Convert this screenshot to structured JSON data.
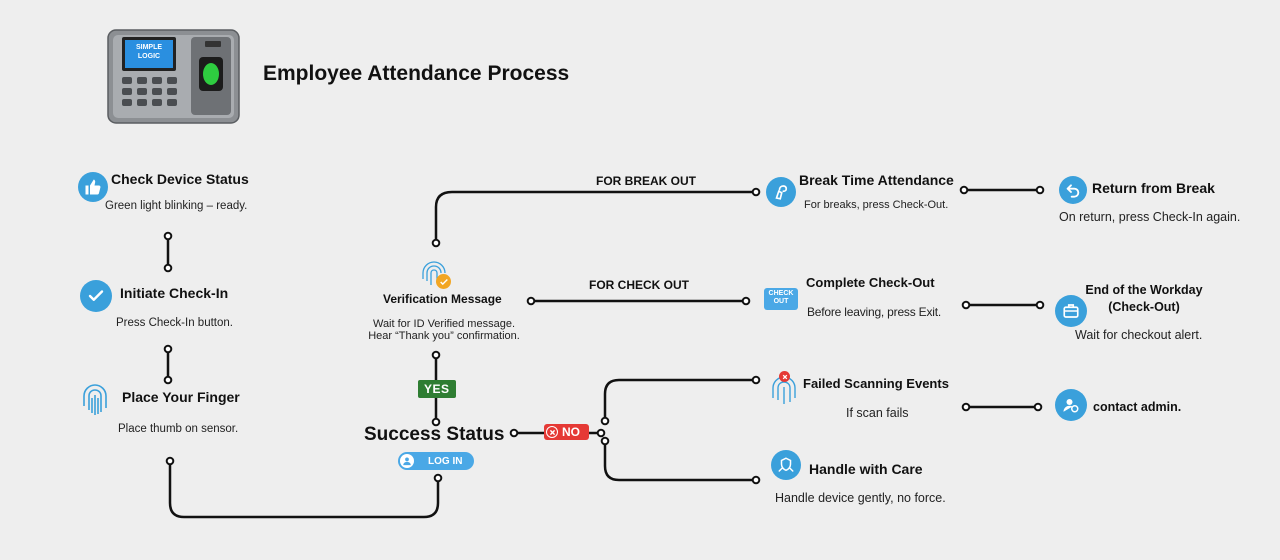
{
  "header": {
    "title": "Employee Attendance Process",
    "device_brand": "SIMPLE LOGIC"
  },
  "steps": {
    "check_device": {
      "title": "Check Device Status",
      "desc": "Green light blinking – ready."
    },
    "initiate": {
      "title": "Initiate Check-In",
      "desc": "Press Check-In button."
    },
    "finger": {
      "title": "Place Your Finger",
      "desc": "Place thumb on sensor."
    },
    "verification": {
      "title": "Verification Message",
      "desc_line1": "Wait for ID Verified message.",
      "desc_line2": "Hear “Thank you” confirmation."
    },
    "success": {
      "title": "Success Status",
      "login_label": "LOG IN"
    },
    "break_time": {
      "title": "Break Time Attendance",
      "desc": "For breaks, press Check-Out."
    },
    "return_break": {
      "title": "Return from Break",
      "desc": "On return, press Check-In again."
    },
    "complete_checkout": {
      "title": "Complete Check-Out",
      "desc": "Before leaving, press Exit.",
      "icon_text_line1": "CHECK",
      "icon_text_line2": "OUT"
    },
    "end_workday": {
      "title_line1": "End of the Workday",
      "title_line2": "(Check-Out)",
      "desc": "Wait for checkout  alert."
    },
    "failed_scan": {
      "title": "Failed Scanning Events",
      "desc": "If scan fails"
    },
    "contact_admin": {
      "title": "contact admin."
    },
    "handle_care": {
      "title": "Handle with Care",
      "desc": "Handle device gently, no force."
    }
  },
  "edges": {
    "break_out": "FOR BREAK OUT",
    "check_out": "FOR CHECK OUT",
    "yes": "YES",
    "no": "NO"
  },
  "colors": {
    "accent_blue": "#3aa0db",
    "yes_green": "#2e7d32",
    "no_red": "#e53935",
    "verified_orange": "#f2a623",
    "sensor_green": "#2ecc40"
  }
}
